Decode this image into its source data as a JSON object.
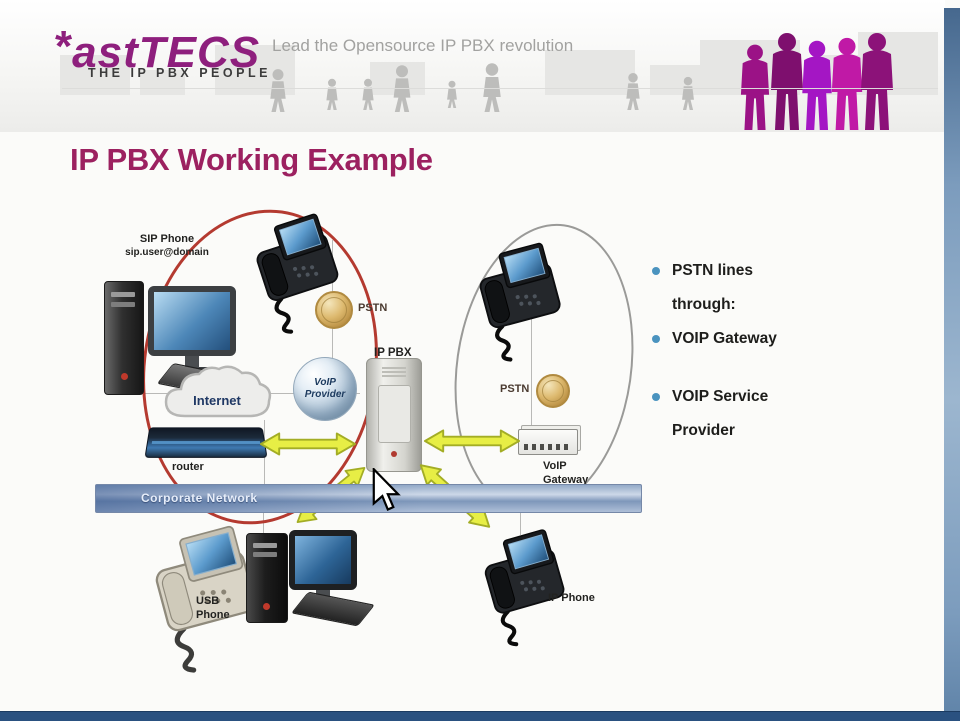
{
  "header": {
    "logo_star": "*",
    "logo_text": "astTECS",
    "tagline": "THE IP PBX PEOPLE",
    "slogan": "Lead the Opensource IP PBX revolution"
  },
  "title": "IP PBX Working Example",
  "diagram": {
    "sip_phone_label": "SIP Phone",
    "sip_phone_address": "sip.user@domain",
    "pstn_top": "PSTN",
    "pstn_right": "PSTN",
    "internet": "Internet",
    "voip_provider": "VoIP Provider",
    "router": "router",
    "ip_pbx": "IP PBX",
    "voip_gateway": "VoIP Gateway",
    "corporate_network": "Corporate Network",
    "usb_phone": "USB Phone",
    "ip_phone": "IP Phone"
  },
  "bullets": {
    "items": [
      "PSTN lines through:",
      "VOIP Gateway",
      "VOIP Service Provider"
    ]
  },
  "colors": {
    "brand_magenta": "#8e1f7d",
    "title_text": "#9c2160",
    "bullet_dot": "#4a93bf",
    "arrow_yellow": "#e7ee45",
    "arrow_outline": "#a3ad25",
    "pstn_gold": "#ddb96e",
    "corporate_bar_blue": "#7e97ba",
    "red_ellipse": "#b43a30",
    "gray_ellipse": "#9a9a98",
    "bottom_bar_blue": "#2a5180"
  }
}
